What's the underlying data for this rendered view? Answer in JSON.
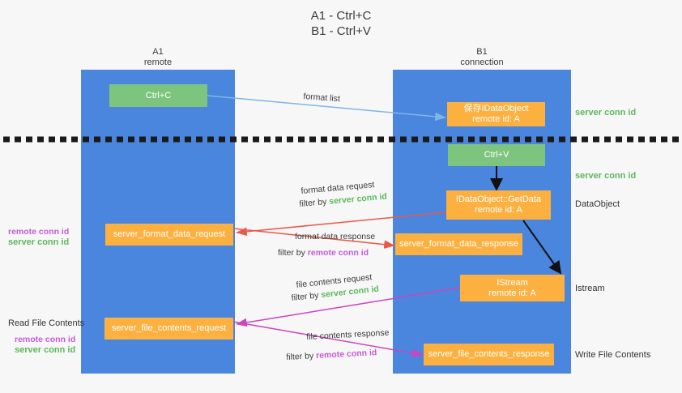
{
  "title": "A1 - Ctrl+C\nB1 - Ctrl+V",
  "columns": [
    {
      "name": "col-a1",
      "label": "A1\nremote"
    },
    {
      "name": "col-b1",
      "label": "B1\nconnection"
    }
  ],
  "nodes": {
    "ctrl_c": "Ctrl+C",
    "save_idataobject": "保存IDataObject\nremote id: A",
    "ctrl_v": "Ctrl+V",
    "getdata": "IDataObject::GetData\nremote id: A",
    "server_format_data_request": "server_format_data_request",
    "server_format_data_response": "server_format_data_response",
    "istream": "IStream\nremote id: A",
    "server_file_contents_request": "server_file_contents_request",
    "server_file_contents_response": "server_file_contents_response"
  },
  "edge_labels": {
    "format_list": "format list",
    "format_data_request": "format data request",
    "format_data_request_filter_prefix": "filter by ",
    "format_data_request_filter_key": "server conn id",
    "format_data_response": "format data response",
    "format_data_response_filter_prefix": "filter by ",
    "format_data_response_filter_key": "remote conn id",
    "file_contents_request": "file contents request",
    "file_contents_request_filter_prefix": "filter by ",
    "file_contents_request_filter_key": "server conn id",
    "file_contents_response": "file contents response",
    "file_contents_response_filter_prefix": "filter by ",
    "file_contents_response_filter_key": "remote conn id"
  },
  "annotations": {
    "right_server_conn_id_top": "server conn id",
    "right_server_conn_id_mid": "server conn id",
    "right_dataobject": "DataObject",
    "right_istream": "Istream",
    "right_write_file_contents": "Write File Contents",
    "left_remote_conn_id_1": "remote conn id",
    "left_server_conn_id_1": "server conn id",
    "left_read_file_contents": "Read File Contents",
    "left_remote_conn_id_2": "remote conn id",
    "left_server_conn_id_2": "server conn id"
  },
  "colors": {
    "background": "#f7f7f7",
    "lane": "#4a86dd",
    "node_green": "#7dc57f",
    "node_orange": "#fbb040",
    "text_dark": "#3c3c3c",
    "accent_green": "#5cb85c",
    "accent_magenta": "#c45bd4",
    "arrow_blue": "#7fb6e8",
    "arrow_red": "#e8594a",
    "arrow_magenta": "#cc44c0",
    "arrow_black": "#111111",
    "divider": "#1a1a1a"
  }
}
